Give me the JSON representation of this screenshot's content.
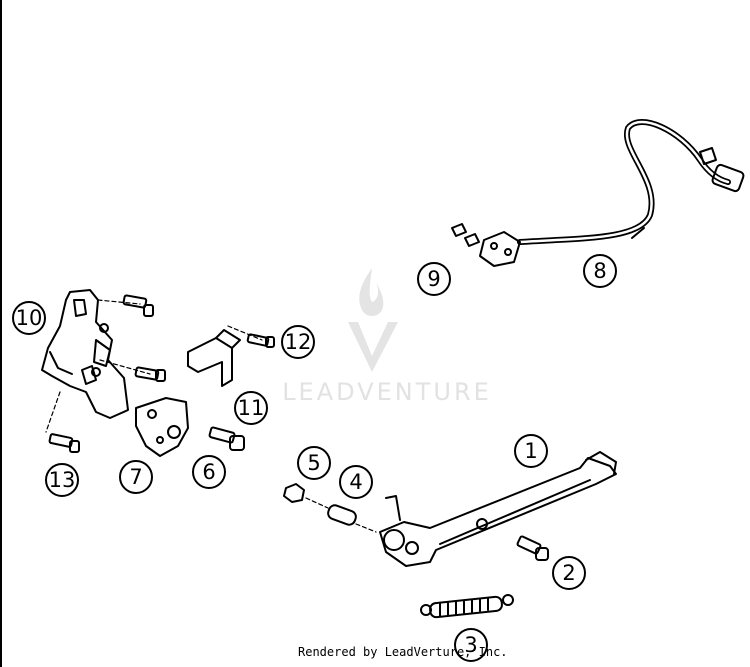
{
  "diagram": {
    "callouts": [
      {
        "label": "1"
      },
      {
        "label": "2"
      },
      {
        "label": "3"
      },
      {
        "label": "4"
      },
      {
        "label": "5"
      },
      {
        "label": "6"
      },
      {
        "label": "7"
      },
      {
        "label": "8"
      },
      {
        "label": "9"
      },
      {
        "label": "10"
      },
      {
        "label": "11"
      },
      {
        "label": "12"
      },
      {
        "label": "13"
      }
    ],
    "watermark_text": "LEADVENTURE",
    "credit_text": "Rendered by LeadVerture, Inc."
  }
}
